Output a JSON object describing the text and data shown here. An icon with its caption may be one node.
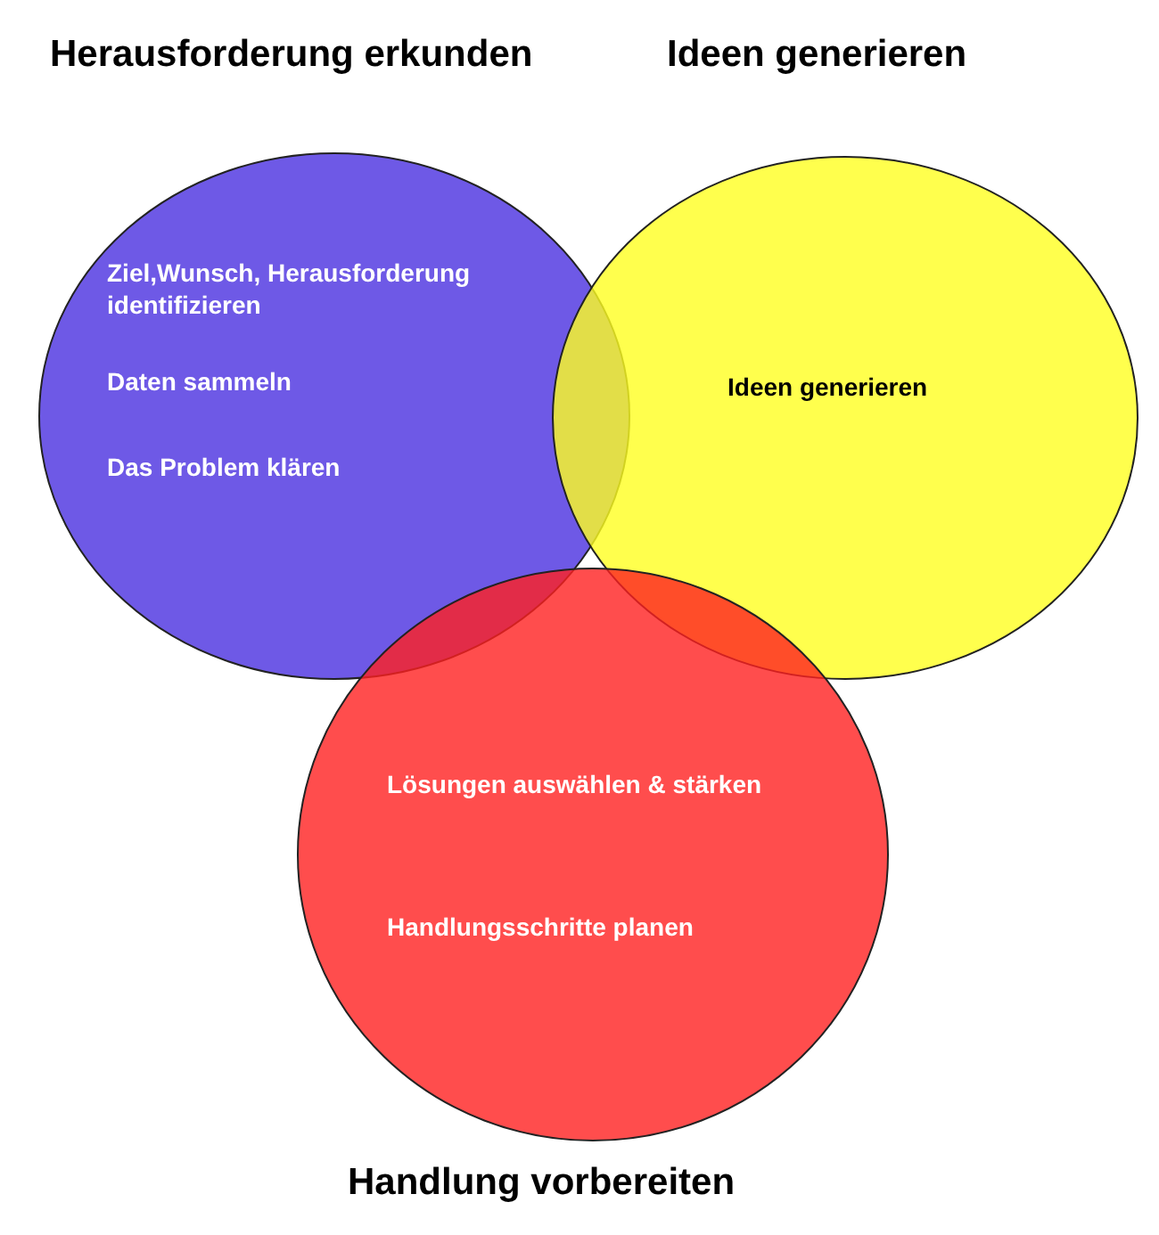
{
  "diagram": {
    "nodes": [
      {
        "text": [
          "Herausforderung erkunden",
          "Ziel,Wunsch, Herausforderung identifizieren",
          "Daten sammeln",
          "Das Problem klären"
        ]
      },
      {
        "text": [
          "Ideen generieren",
          "Ideen generieren"
        ]
      },
      {
        "text": [
          "Lösungen auswählen & stärken",
          "Handlungsschritte planen",
          "Handlung vorbereiten"
        ]
      }
    ]
  }
}
